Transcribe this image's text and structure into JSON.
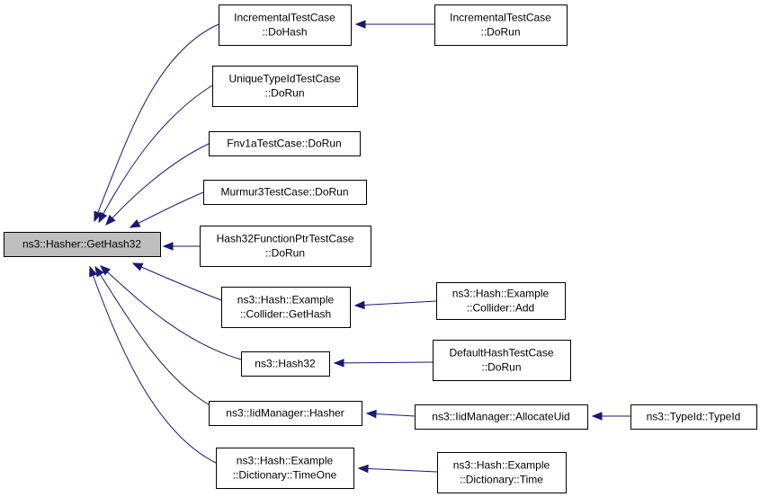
{
  "nodes": [
    {
      "id": "root",
      "lines": [
        "ns3::Hasher::GetHash32"
      ]
    },
    {
      "id": "inc_dohash",
      "lines": [
        "IncrementalTestCase",
        "::DoHash"
      ]
    },
    {
      "id": "inc_dorun",
      "lines": [
        "IncrementalTestCase",
        "::DoRun"
      ]
    },
    {
      "id": "unique",
      "lines": [
        "UniqueTypeIdTestCase",
        "::DoRun"
      ]
    },
    {
      "id": "fnv",
      "lines": [
        "Fnv1aTestCase::DoRun"
      ]
    },
    {
      "id": "murmur",
      "lines": [
        "Murmur3TestCase::DoRun"
      ]
    },
    {
      "id": "fptr",
      "lines": [
        "Hash32FunctionPtrTestCase",
        "::DoRun"
      ]
    },
    {
      "id": "coll_gethash",
      "lines": [
        "ns3::Hash::Example",
        "::Collider::GetHash"
      ]
    },
    {
      "id": "coll_add",
      "lines": [
        "ns3::Hash::Example",
        "::Collider::Add"
      ]
    },
    {
      "id": "hash32",
      "lines": [
        "ns3::Hash32"
      ]
    },
    {
      "id": "default",
      "lines": [
        "DefaultHashTestCase",
        "::DoRun"
      ]
    },
    {
      "id": "iid_hasher",
      "lines": [
        "ns3::IidManager::Hasher"
      ]
    },
    {
      "id": "iid_alloc",
      "lines": [
        "ns3::IidManager::AllocateUid"
      ]
    },
    {
      "id": "typeid",
      "lines": [
        "ns3::TypeId::TypeId"
      ]
    },
    {
      "id": "dict_timeone",
      "lines": [
        "ns3::Hash::Example",
        "::Dictionary::TimeOne"
      ]
    },
    {
      "id": "dict_time",
      "lines": [
        "ns3::Hash::Example",
        "::Dictionary::Time"
      ]
    }
  ],
  "edges": [
    {
      "from": "inc_dohash",
      "to": "root"
    },
    {
      "from": "unique",
      "to": "root"
    },
    {
      "from": "fnv",
      "to": "root"
    },
    {
      "from": "murmur",
      "to": "root"
    },
    {
      "from": "fptr",
      "to": "root"
    },
    {
      "from": "coll_gethash",
      "to": "root"
    },
    {
      "from": "hash32",
      "to": "root"
    },
    {
      "from": "iid_hasher",
      "to": "root"
    },
    {
      "from": "dict_timeone",
      "to": "root"
    },
    {
      "from": "inc_dorun",
      "to": "inc_dohash"
    },
    {
      "from": "coll_add",
      "to": "coll_gethash"
    },
    {
      "from": "default",
      "to": "hash32"
    },
    {
      "from": "iid_alloc",
      "to": "iid_hasher"
    },
    {
      "from": "typeid",
      "to": "iid_alloc"
    },
    {
      "from": "dict_time",
      "to": "dict_timeone"
    }
  ],
  "colors": {
    "edge": "#191970",
    "root_fill": "#bfbfbf",
    "node_fill": "#ffffff",
    "border": "#000000"
  }
}
